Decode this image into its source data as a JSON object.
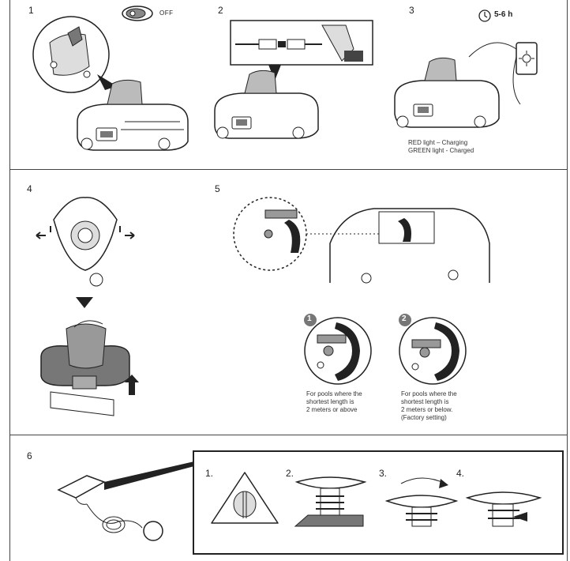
{
  "steps": {
    "s1": "1",
    "s2": "2",
    "s3": "3",
    "s4": "4",
    "s5": "5",
    "s6": "6"
  },
  "step1": {
    "switch_label": "OFF"
  },
  "step3": {
    "time_label": "5-6 h",
    "red_light": "RED light – Charging",
    "green_light": "GREEN light - Charged"
  },
  "step5": {
    "opt1_badge": "1",
    "opt2_badge": "2",
    "opt1_text": [
      "For pools where the",
      "shortest length is",
      "2 meters or above"
    ],
    "opt2_text": [
      "For pools where the",
      "shortest length is",
      "2 meters or below.",
      "(Factory setting)"
    ]
  },
  "step6": {
    "sub1": "1.",
    "sub2": "2.",
    "sub3": "3.",
    "sub4": "4."
  }
}
